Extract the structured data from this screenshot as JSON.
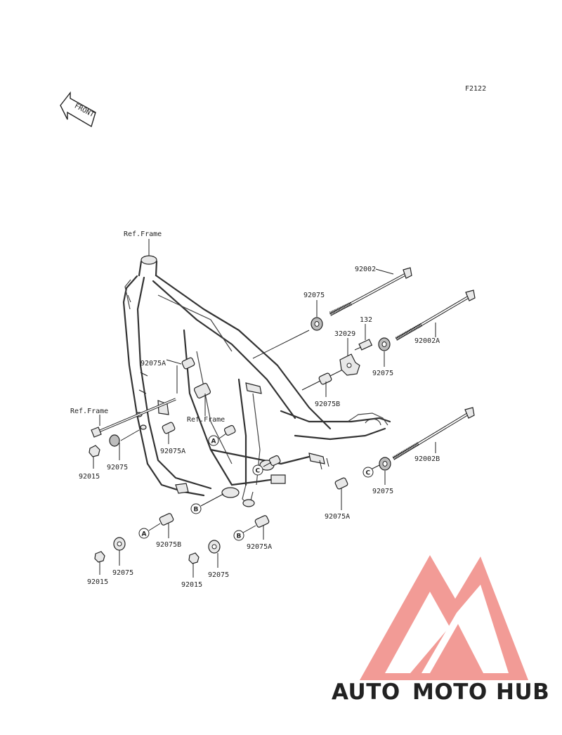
{
  "figure_code": "F2122",
  "front_arrow_text": "FRONT",
  "labels": {
    "ref_frame_top": "Ref.Frame",
    "ref_frame_left": "Ref.Frame",
    "ref_frame_mid": "Ref.Frame",
    "p92002": "92002",
    "p92002A": "92002A",
    "p92002B": "92002B",
    "p92075_top": "92075",
    "p92075_right1": "92075",
    "p92075_right2": "92075",
    "p92075_left": "92075",
    "p92075_bl1": "92075",
    "p92075_bl2": "92075",
    "p132": "132",
    "p32029": "32029",
    "p92075A_upper": "92075A",
    "p92075A_mid": "92075A",
    "p92075A_right": "92075A",
    "p92075A_bottom": "92075A",
    "p92075B_mid": "92075B",
    "p92075B_bottom": "92075B",
    "p92015_left": "92015",
    "p92015_bl1": "92015",
    "p92015_bl2": "92015"
  },
  "callouts": {
    "a1": "A",
    "a2": "A",
    "b1": "B",
    "b2": "B",
    "c1": "C",
    "c2": "C"
  },
  "watermark": {
    "auto": "AUTO",
    "moto": "MOTO",
    "hub": "HUB",
    "color_auto": "#f2c98a",
    "color_moto": "#f2a29a",
    "color_hub": "#8a8a8a",
    "logo_color": "#f08a84"
  }
}
